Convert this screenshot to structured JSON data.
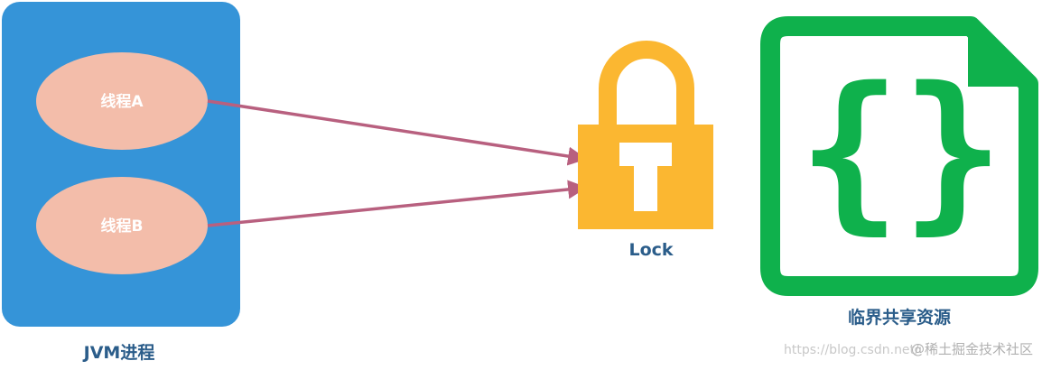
{
  "process": {
    "label": "JVM进程",
    "threads": [
      {
        "label": "线程A"
      },
      {
        "label": "线程B"
      }
    ]
  },
  "lock": {
    "label": "Lock"
  },
  "resource": {
    "label": "临界共享资源",
    "icon_glyph": "{}"
  },
  "watermark": {
    "url": "https://blog.csdn.net/",
    "brand": "@稀土掘金技术社区"
  },
  "colors": {
    "process_bg": "#3594d8",
    "thread_fill": "#f3bdaa",
    "arrow": "#b8607f",
    "lock": "#fbb731",
    "resource": "#0fb14c",
    "caption": "#2b5d8a"
  }
}
